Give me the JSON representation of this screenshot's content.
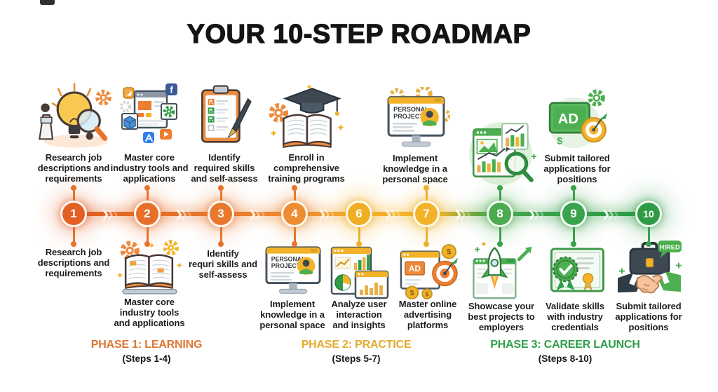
{
  "title": "YOUR 10-STEP ROADMAP",
  "icon_texts": {
    "pp1": "PERSONAL",
    "pp2": "PROJECT",
    "ad": "AD",
    "hired": "HIRED",
    "dollar": "$"
  },
  "steps": [
    {
      "number": "1",
      "top_label": "Research job\ndescriptions and\nrequirements",
      "bottom_label": "Research job\ndescriptions and\nrequirements"
    },
    {
      "number": "2",
      "top_label": "Master core\nindustry tools and\napplications",
      "bottom_label": "Master core\nindustry tools\nand applications"
    },
    {
      "number": "3",
      "top_label": "Identify\nrequired skills\nand self-assess",
      "bottom_label": "Identify\nrequri skills and\nself-assess"
    },
    {
      "number": "4",
      "top_label": "Enroll in\ncomprehensive\ntraining programs",
      "bottom_label": "Implement\nknowledge in a\npersonal space"
    },
    {
      "number": "6",
      "bottom_label": "Analyze user\ninteraction\nand insights"
    },
    {
      "number": "7",
      "top_label": "Implement\nknowledge in a\npersonal space",
      "bottom_label": "Master online\nadvertising\nplatforms"
    },
    {
      "number": "8",
      "bottom_label": "Showcase your\nbest projects to\nemployers"
    },
    {
      "number": "9",
      "top_label": "Submit tailored\napplications for\npositions",
      "bottom_label": "Validate skills\nwith industry\ncredentials"
    },
    {
      "number": "10",
      "bottom_label": "Submit tailored\napplications for\npositions"
    }
  ],
  "phases": [
    {
      "label": "PHASE 1: LEARNING",
      "range": "(Steps 1-4)"
    },
    {
      "label": "PHASE 2: PRACTICE",
      "range": "(Steps 5-7)"
    },
    {
      "label": "PHASE 3: CAREER LAUNCH",
      "range": "(Steps 8-10)"
    }
  ],
  "colors": {
    "phase1": "#dc7633",
    "phase2": "#e2ab2d",
    "phase3": "#2e9e48",
    "timeline_orange": "#e8732c",
    "timeline_yellow": "#f2b32a",
    "timeline_green": "#3aa24d"
  }
}
